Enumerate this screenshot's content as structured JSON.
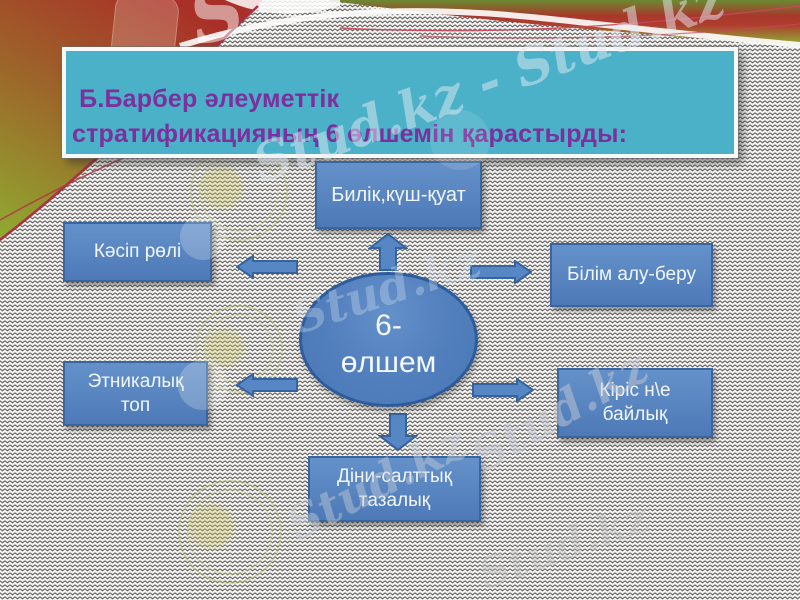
{
  "slide": {
    "title": {
      "line1": " Б.Барбер әлеуметтік",
      "line2": "стратификацияның 6 өлшемін қарастырды:"
    },
    "diagram": {
      "center_line1": "6-",
      "center_line2": "өлшем",
      "box_top": "Билік,күш-қуат",
      "box_left_top": "Кәсіп рөлі",
      "box_left_bottom": "Этникалық топ",
      "box_right_top": "Білім алу-беру",
      "box_right_bottom": "Кіріс н\\е байлық",
      "box_bottom": "Діни-салттық тазалық"
    },
    "watermarks": {
      "brand": "Stud.kz",
      "brand_double": "Stud.kz - Stud.kz",
      "letter": "S"
    },
    "colors": {
      "title_bg": "#4bb1c9",
      "title_text": "#7d2f9d",
      "shape_blue": "#5584c2",
      "shape_border": "#35639e",
      "ellipse_border": "#2d5c9c",
      "accent_red": "#a93129",
      "accent_green": "#8ca62e",
      "pattern_gray": "#5f5e5c"
    }
  }
}
